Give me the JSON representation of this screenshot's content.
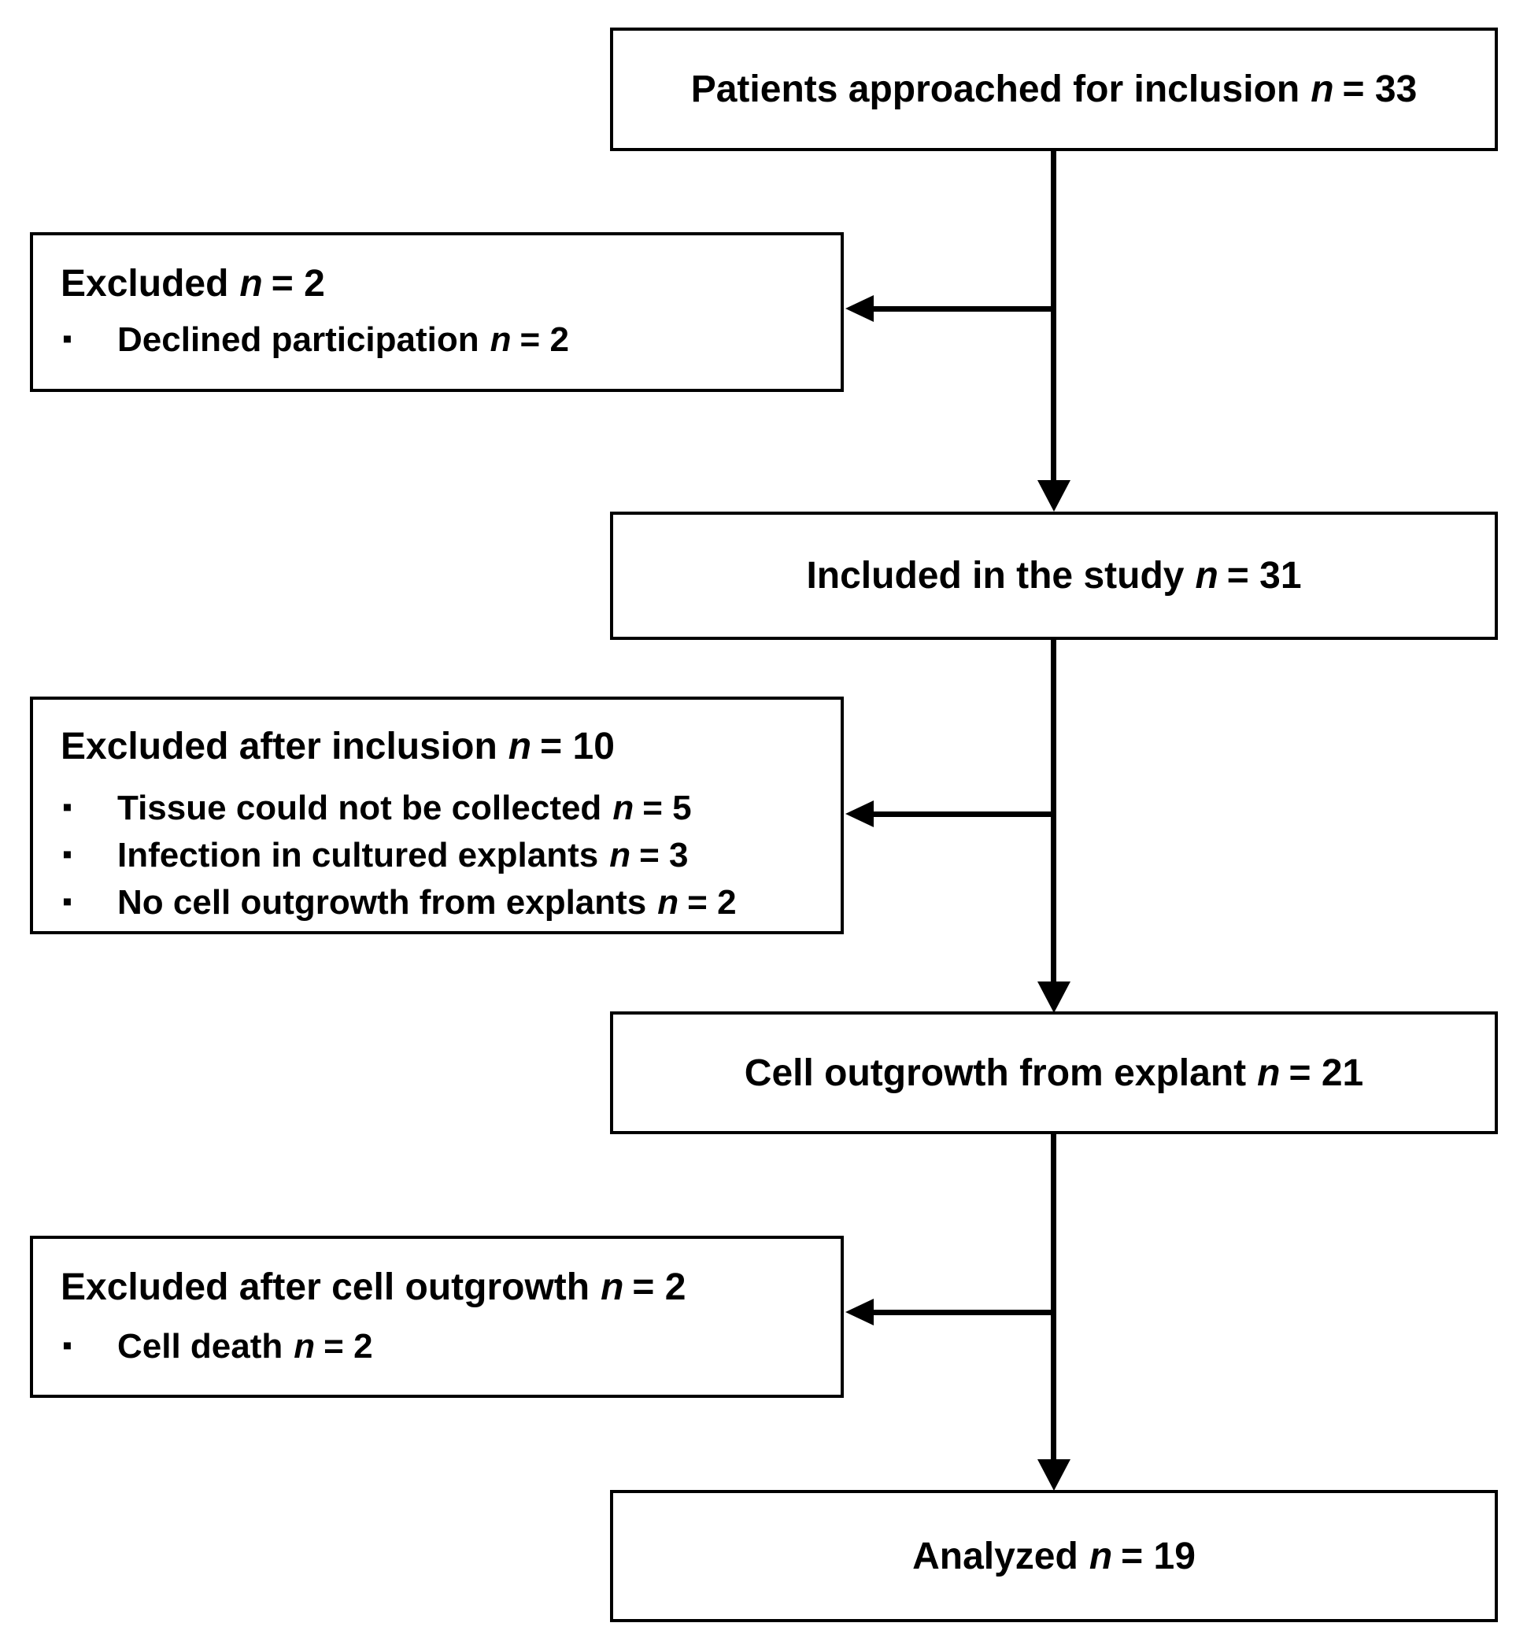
{
  "ui": {
    "bullet": "▪"
  },
  "flow": {
    "approached": {
      "label": "Patients approached for inclusion",
      "n": "n",
      "value": "= 33"
    },
    "excluded_initial": {
      "title": {
        "label": "Excluded",
        "n": "n",
        "value": "= 2"
      },
      "items": [
        {
          "label": "Declined participation",
          "n": "n",
          "value": "= 2"
        }
      ]
    },
    "included": {
      "label": "Included in the study",
      "n": "n",
      "value": "= 31"
    },
    "excluded_after_inclusion": {
      "title": {
        "label": "Excluded after inclusion",
        "n": "n",
        "value": "= 10"
      },
      "items": [
        {
          "label": "Tissue could not be collected",
          "n": "n",
          "value": "= 5"
        },
        {
          "label": "Infection in cultured explants",
          "n": "n",
          "value": "= 3"
        },
        {
          "label": "No cell outgrowth from explants",
          "n": "n",
          "value": "= 2"
        }
      ]
    },
    "outgrowth": {
      "label": "Cell outgrowth from explant",
      "n": "n",
      "value": "= 21"
    },
    "excluded_after_outgrowth": {
      "title": {
        "label": "Excluded after cell outgrowth",
        "n": "n",
        "value": "= 2"
      },
      "items": [
        {
          "label": "Cell death",
          "n": "n",
          "value": "= 2"
        }
      ]
    },
    "analyzed": {
      "label": "Analyzed",
      "n": "n",
      "value": "= 19"
    }
  }
}
